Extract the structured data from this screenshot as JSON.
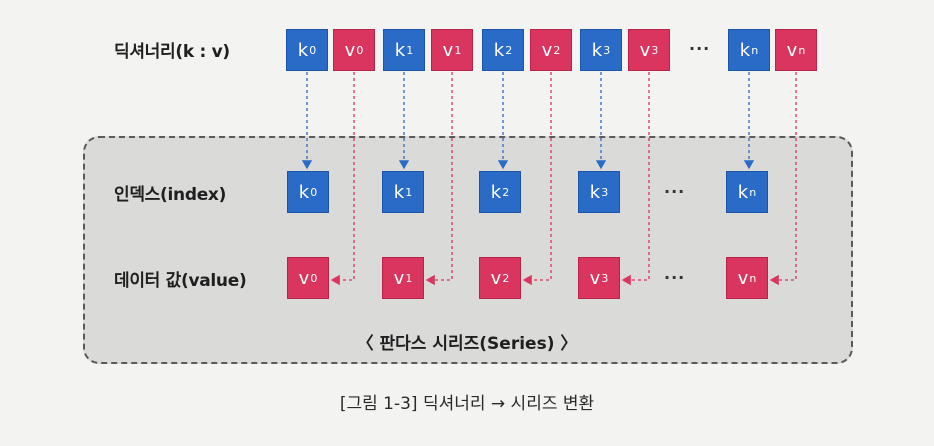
{
  "labels": {
    "dict": "딕셔너리(k : v)",
    "index": "인덱스(index)",
    "data": "데이터 값(value)"
  },
  "dict_items": [
    {
      "base": "k",
      "sub": "0",
      "type": "key"
    },
    {
      "base": "v",
      "sub": "0",
      "type": "val"
    },
    {
      "base": "k",
      "sub": "1",
      "type": "key"
    },
    {
      "base": "v",
      "sub": "1",
      "type": "val"
    },
    {
      "base": "k",
      "sub": "2",
      "type": "key"
    },
    {
      "base": "v",
      "sub": "2",
      "type": "val"
    },
    {
      "base": "k",
      "sub": "3",
      "type": "key"
    },
    {
      "base": "v",
      "sub": "3",
      "type": "val"
    },
    {
      "base": "k",
      "sub": "n",
      "type": "key"
    },
    {
      "base": "v",
      "sub": "n",
      "type": "val"
    }
  ],
  "index_items": [
    {
      "base": "k",
      "sub": "0"
    },
    {
      "base": "k",
      "sub": "1"
    },
    {
      "base": "k",
      "sub": "2"
    },
    {
      "base": "k",
      "sub": "3"
    },
    {
      "base": "k",
      "sub": "n"
    }
  ],
  "value_items": [
    {
      "base": "v",
      "sub": "0"
    },
    {
      "base": "v",
      "sub": "1"
    },
    {
      "base": "v",
      "sub": "2"
    },
    {
      "base": "v",
      "sub": "3"
    },
    {
      "base": "v",
      "sub": "n"
    }
  ],
  "ellipsis": "···",
  "panel_title": "〈 판다스 시리즈(Series) 〉",
  "caption": "[그림 1-3] 딕셔너리 → 시리즈 변환",
  "colors": {
    "key": "#2a6bc8",
    "value": "#d9355f",
    "arrow_key": "#2a6bc8",
    "arrow_value": "#d9355f"
  }
}
